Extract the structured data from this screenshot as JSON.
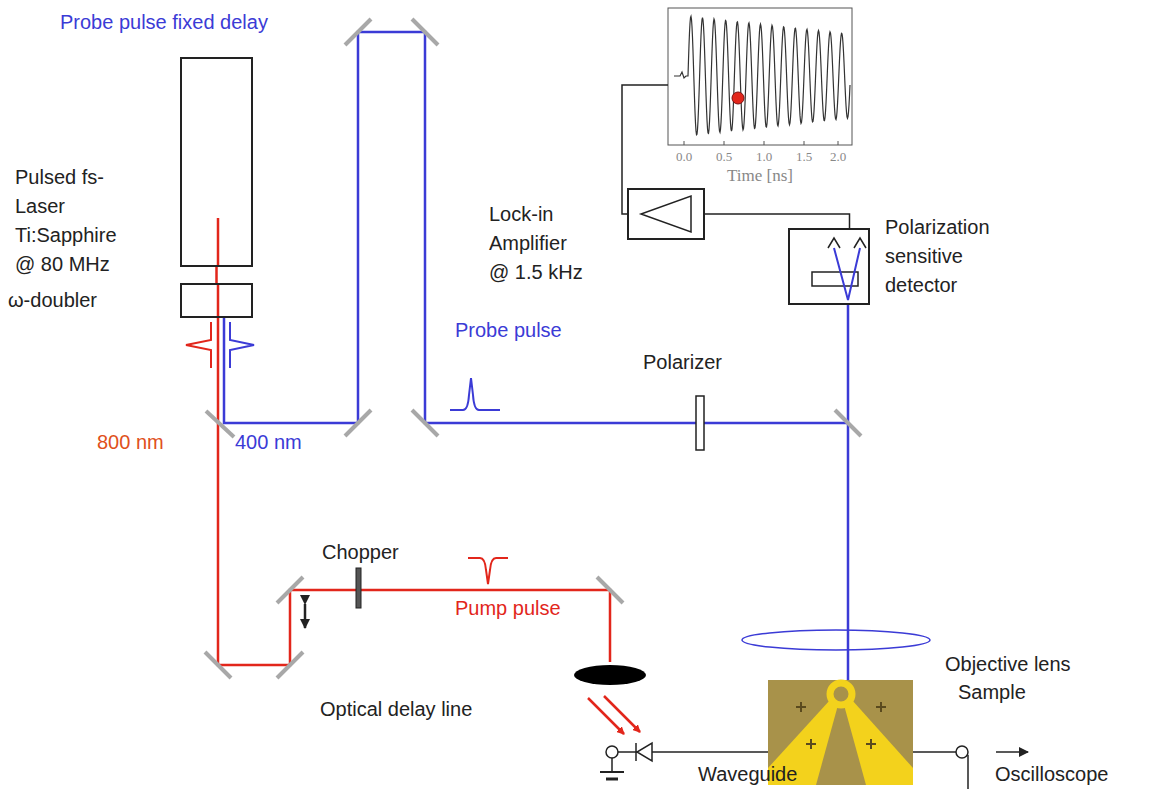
{
  "diagram": {
    "nodes": [
      {
        "text": [
          "Pulsed fs-Laser Ti:Sapphire @ 80 MHz"
        ]
      },
      {
        "text": [
          "ω-doubler"
        ]
      },
      {
        "text": [
          "Lock-in Amplifier @ 1.5 kHz"
        ]
      },
      {
        "text": [
          "Polarization sensitive detector"
        ]
      }
    ],
    "edges": [
      {
        "from": 0,
        "to": 1,
        "arrow": "none"
      },
      {
        "from": 3,
        "to": 2,
        "arrow": "none"
      }
    ],
    "labels": [
      "Probe pulse fixed delay",
      "Probe pulse",
      "Polarizer",
      "800 nm",
      "400 nm",
      "Chopper",
      "Pump pulse",
      "Optical delay line",
      "Objective lens",
      "Sample",
      "Waveguide",
      "Oscilloscope",
      "0.0",
      "0.5",
      "1.0",
      "1.5",
      "2.0",
      "Time [ns]"
    ]
  }
}
